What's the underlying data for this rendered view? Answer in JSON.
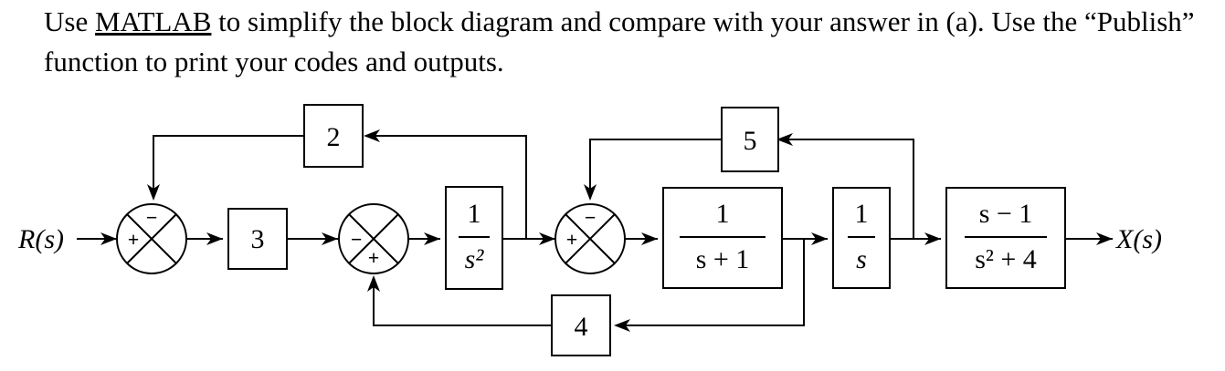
{
  "prompt": {
    "part1": "Use ",
    "matlab": "MATLAB",
    "part2": " to simplify the block diagram and compare with your answer in (a). Use the “Publish” function to print your codes and outputs."
  },
  "diagram": {
    "input_label": "R(s)",
    "output_label": "X(s)",
    "blocks": {
      "gain_3": "3",
      "feedback_2": "2",
      "feedback_5": "5",
      "feedback_4": "4",
      "g1": {
        "num": "1",
        "den": "s²"
      },
      "g2": {
        "num": "1",
        "den": "s + 1"
      },
      "g3": {
        "num": "1",
        "den": "s"
      },
      "g4": {
        "num": "s − 1",
        "den": "s² + 4"
      }
    },
    "summing_junctions": [
      {
        "id": "sum1",
        "signs": {
          "left": "+",
          "top": "−"
        }
      },
      {
        "id": "sum2",
        "signs": {
          "left": "−",
          "bottom": "+"
        }
      },
      {
        "id": "sum3",
        "signs": {
          "left": "+",
          "top": "−"
        }
      }
    ]
  }
}
